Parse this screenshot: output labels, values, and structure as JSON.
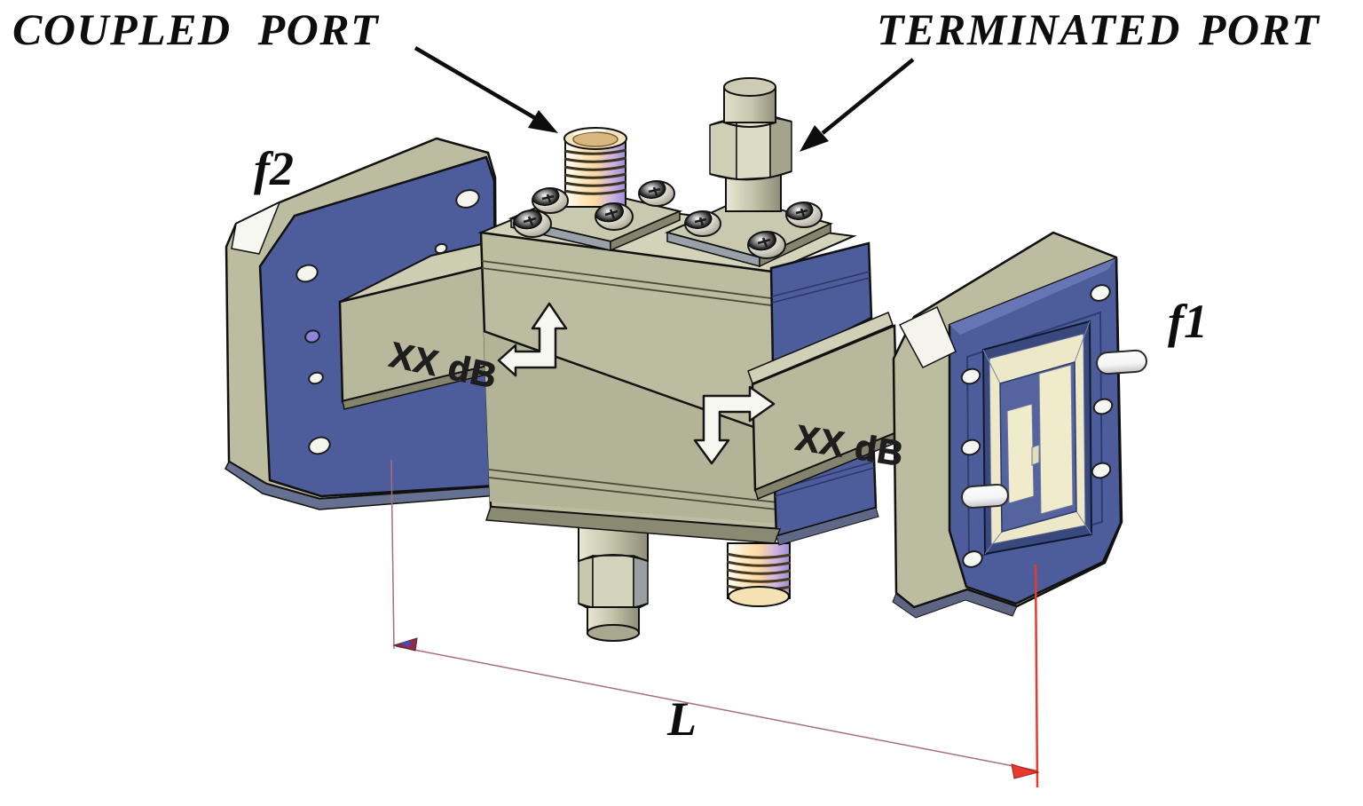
{
  "figure": {
    "background_color": "#ffffff",
    "labels": {
      "coupled_port": "COUPLED PORT",
      "terminated_port": "TERMINATED PORT",
      "frequency_f2": "f2",
      "frequency_f1": "f1",
      "length_dimension": "L"
    },
    "device": {
      "left_arm_coupling": "XX dB",
      "right_arm_coupling": "XX dB"
    },
    "colors": {
      "body_khaki": "#bcbca1",
      "body_khaki_light": "#d3d3ba",
      "body_khaki_dark": "#84846d",
      "flange_blue": "#4d5d9c",
      "flange_blue_dark": "#39497e",
      "aperture_cream": "#ede8c7",
      "connector_gold": "#fcd9a2",
      "connector_lavender": "#9a8ed8",
      "direction_arrow_white": "#f7f7f2",
      "outline_black": "#111111",
      "dimension_maroon": "#a86e7a",
      "dimension_red": "#e8392e",
      "text_black": "#0d0d0d"
    }
  }
}
